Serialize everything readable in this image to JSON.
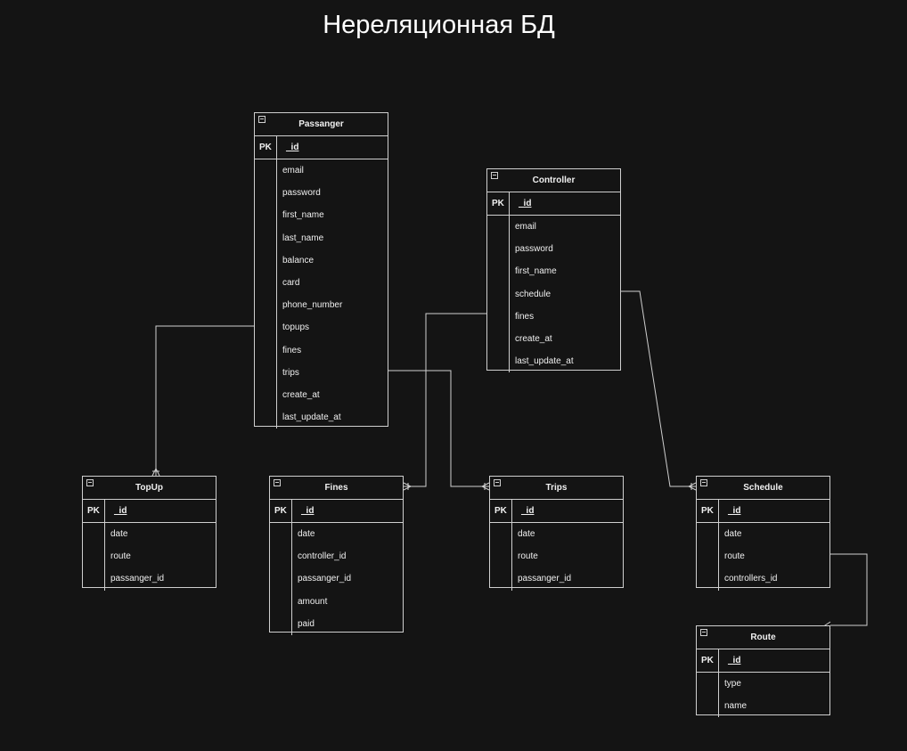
{
  "title": "Нереляционная БД",
  "colors": {
    "background": "#141414",
    "line": "#cfcfcf",
    "text": "#f0f0f0"
  },
  "entities": {
    "passanger": {
      "name": "Passanger",
      "pk_label": "PK",
      "pk": "_id",
      "fields": [
        "email",
        "password",
        "first_name",
        "last_name",
        "balance",
        "card",
        "phone_number",
        "topups",
        "fines",
        "trips",
        "create_at",
        "last_update_at"
      ]
    },
    "controller": {
      "name": "Controller",
      "pk_label": "PK",
      "pk": "_id",
      "fields": [
        "email",
        "password",
        "first_name",
        "schedule",
        "fines",
        "create_at",
        "last_update_at"
      ]
    },
    "topup": {
      "name": "TopUp",
      "pk_label": "PK",
      "pk": "_id",
      "fields": [
        "date",
        "route",
        "passanger_id"
      ]
    },
    "fines": {
      "name": "Fines",
      "pk_label": "PK",
      "pk": "_id",
      "fields": [
        "date",
        "controller_id",
        "passanger_id",
        "amount",
        "paid"
      ]
    },
    "trips": {
      "name": "Trips",
      "pk_label": "PK",
      "pk": "_id",
      "fields": [
        "date",
        "route",
        "passanger_id"
      ]
    },
    "schedule": {
      "name": "Schedule",
      "pk_label": "PK",
      "pk": "_id",
      "fields": [
        "date",
        "route",
        "controllers_id"
      ]
    },
    "route": {
      "name": "Route",
      "pk_label": "PK",
      "pk": "_id",
      "fields": [
        "type",
        "name"
      ]
    }
  }
}
